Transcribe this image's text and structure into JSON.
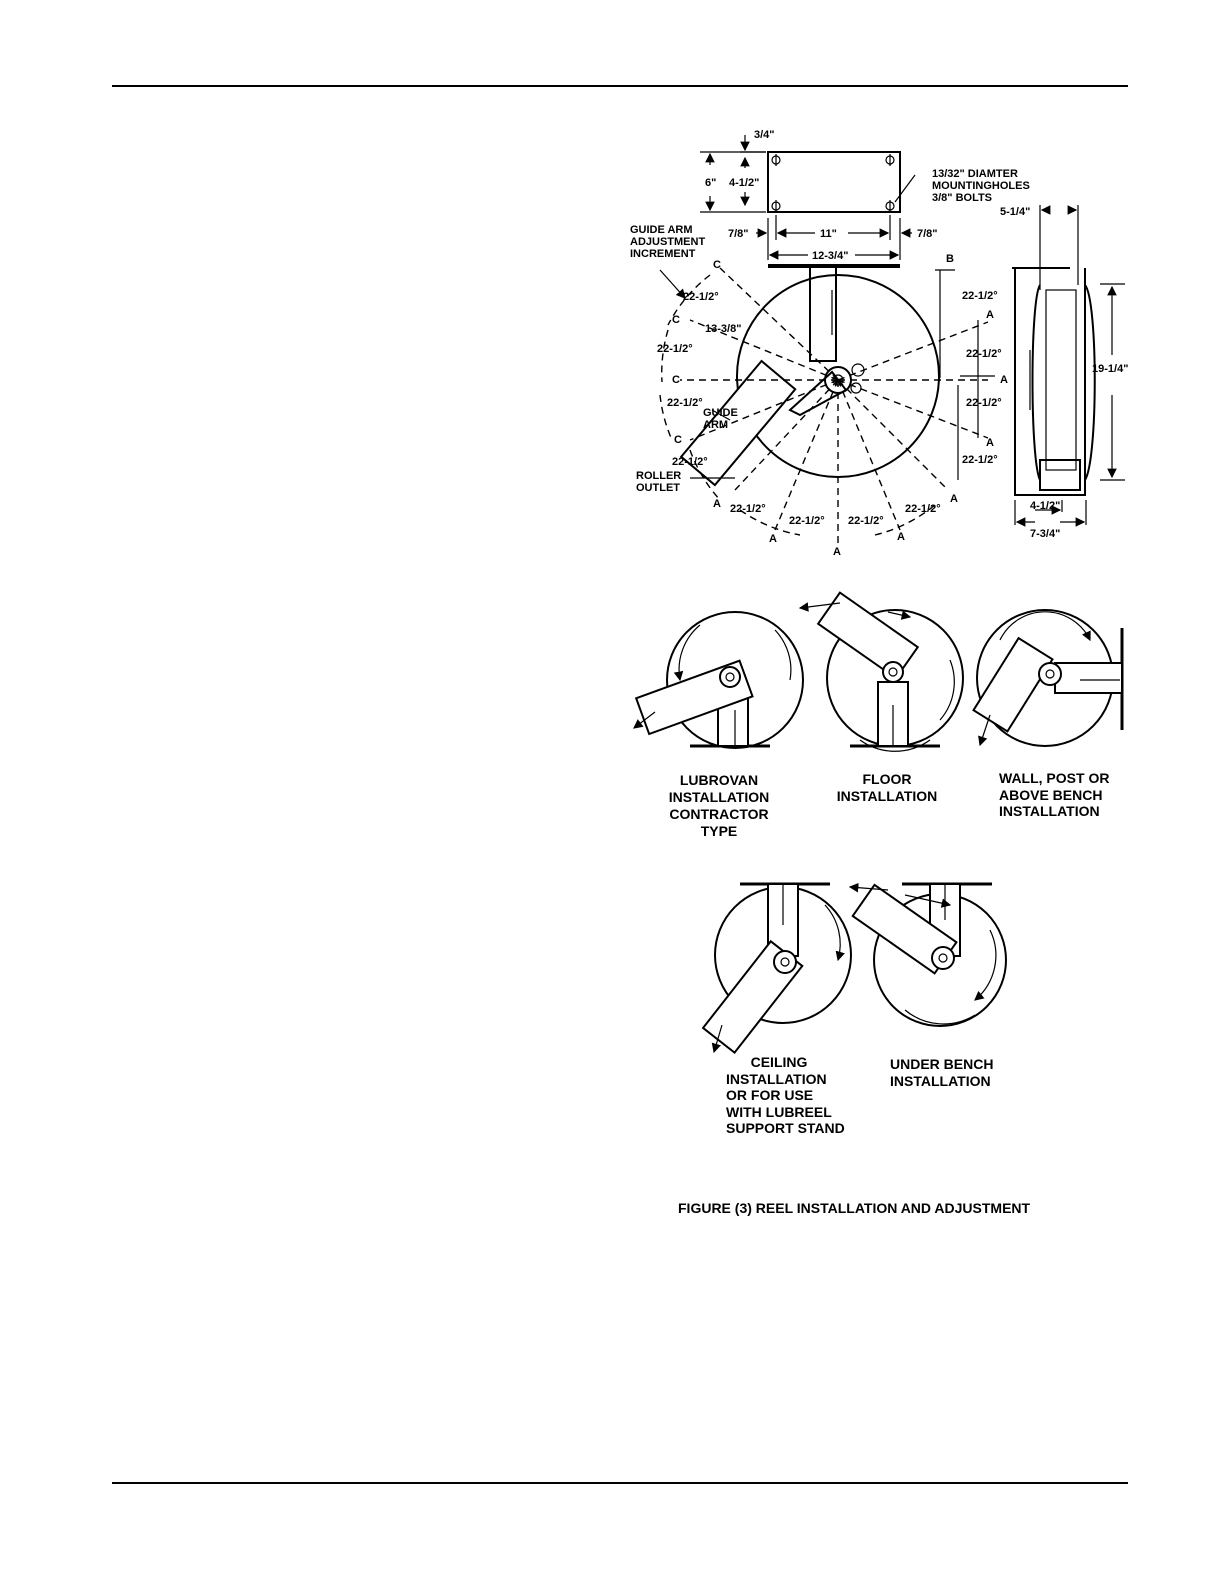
{
  "figure": {
    "caption": "FIGURE (3)  REEL INSTALLATION AND ADJUSTMENT",
    "dimensions": {
      "top_offset": "3/4\"",
      "plate_height": "6\"",
      "hole_spacing_v": "4-1/2\"",
      "mounting_holes": [
        "13/32\" DIAMTER",
        "MOUNTINGHOLES",
        "3/8\" BOLTS"
      ],
      "left_margin": "7/8\"",
      "hole_spacing_h": "11\"",
      "right_margin": "7/8\"",
      "plate_width": "12-3/4\"",
      "side_top_width": "5-1/4\"",
      "side_height": "19-1/4\"",
      "side_bottom_inner": "4-1/2\"",
      "side_bottom_outer": "7-3/4\"",
      "arm_length": "13-3/8\"",
      "angle": "22-1/2°"
    },
    "labels": {
      "guide_arm_adjustment": [
        "GUIDE ARM",
        "ADJUSTMENT",
        "INCREMENT"
      ],
      "guide_arm": [
        "GUIDE",
        "ARM"
      ],
      "roller_outlet": [
        "ROLLER",
        "OUTLET"
      ],
      "pos_a": "A",
      "pos_b": "B",
      "pos_c": "C"
    },
    "installations": {
      "lubrovan": [
        "LUBROVAN",
        "INSTALLATION",
        "CONTRACTOR",
        "TYPE"
      ],
      "floor": [
        "FLOOR",
        "INSTALLATION"
      ],
      "wall": [
        "WALL, POST OR",
        "ABOVE BENCH",
        "INSTALLATION"
      ],
      "ceiling": [
        "CEILING",
        "INSTALLATION",
        "OR FOR USE",
        "WITH LUBREEL",
        "SUPPORT STAND"
      ],
      "under_bench": [
        "UNDER BENCH",
        "INSTALLATION"
      ]
    }
  }
}
